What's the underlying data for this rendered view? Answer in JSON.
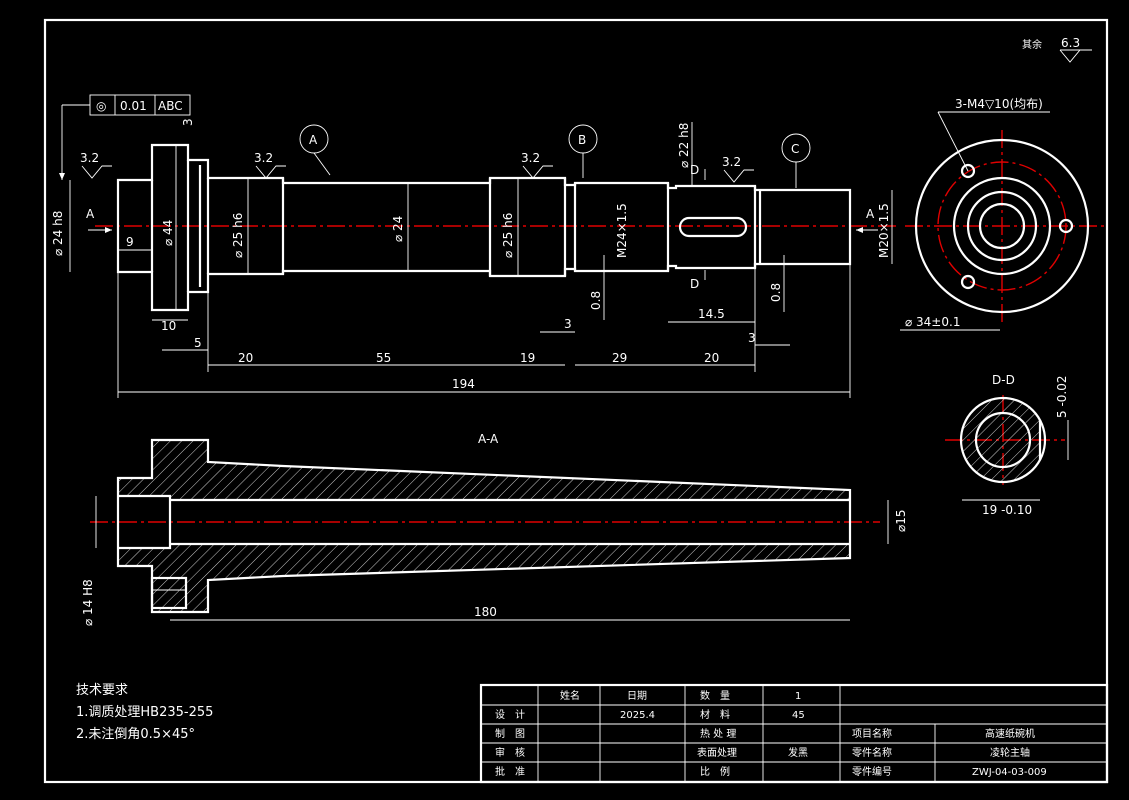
{
  "roughness": {
    "label": "其余",
    "value": "6.3"
  },
  "tolerance_frame": {
    "symbol": "◎",
    "value": "0.01",
    "datum": "ABC"
  },
  "datums": [
    "A",
    "B",
    "C"
  ],
  "roughness_marks": [
    "3.2",
    "3.2",
    "3.2",
    "3.2"
  ],
  "dims": {
    "d24h": "⌀ 24 h8",
    "d44": "⌀ 44",
    "d25a": "⌀ 25 h6",
    "d24": "⌀ 24",
    "d25b": "⌀ 25 h6",
    "d22": "⌀ 22 h8",
    "m24": "M24×1.5",
    "m20": "M20×1.5",
    "c3": "3",
    "v9": "9",
    "v10": "10",
    "v5": "5",
    "v20a": "20",
    "v55": "55",
    "v19": "19",
    "v29": "29",
    "v20b": "20",
    "v194": "194",
    "v3a": "3",
    "v0_8a": "0.8",
    "v14_5": "14.5",
    "v0_8b": "0.8",
    "v3b": "3",
    "v180": "180",
    "d15": "⌀15",
    "d14": "⌀ 14 H8",
    "holes": "3-M4▽10(均布)",
    "d34": "⌀ 34±0.1",
    "key_w": "5 -0.02",
    "key_d": "19 -0.10"
  },
  "section_labels": {
    "aa": "A-A",
    "dd": "D-D",
    "a": "A",
    "d": "D"
  },
  "notes": {
    "title": "技术要求",
    "items": [
      "1.调质处理HB235-255",
      "2.未注倒角0.5×45°"
    ]
  },
  "title_block": {
    "h_name": "姓名",
    "h_date": "日期",
    "h_qty": "数　量",
    "qty": "1",
    "design": "设　计",
    "date": "2025.4",
    "material_label": "材　料",
    "material": "45",
    "draw": "制　图",
    "heat_label": "热 处 理",
    "project_label": "项目名称",
    "project": "高速纸碗机",
    "review": "审　核",
    "surface_label": "表面处理",
    "surface": "发黑",
    "part_name_label": "零件名称",
    "part_name": "凌轮主轴",
    "approve": "批　准",
    "scale_label": "比　例",
    "part_no_label": "零件编号",
    "part_no": "ZWJ-04-03-009"
  }
}
